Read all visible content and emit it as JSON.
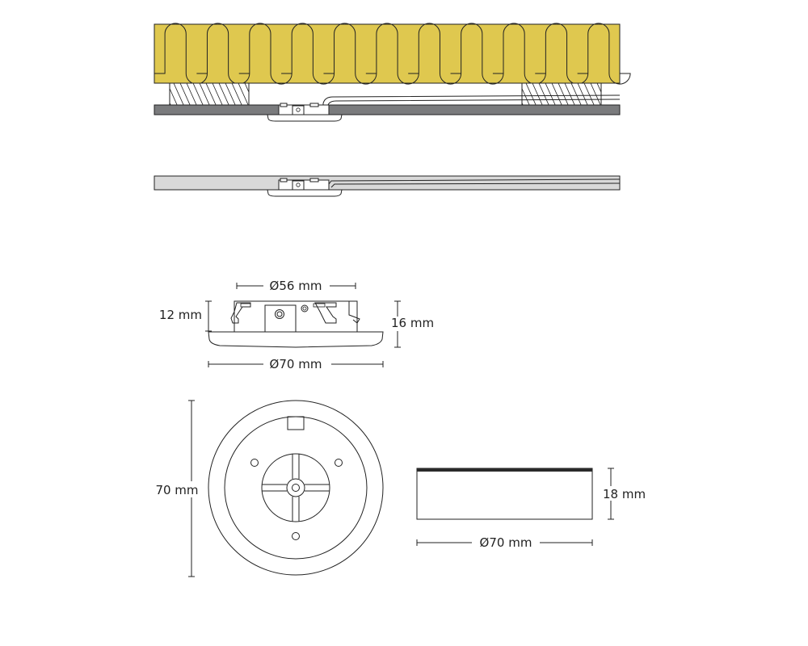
{
  "dimensions": {
    "bracket_diameter": "Ø56 mm",
    "bracket_height": "12 mm",
    "total_height": "16 mm",
    "flange_diameter": "Ø70 mm",
    "front_diameter": "70 mm",
    "side_height": "18 mm",
    "side_diameter": "Ø70 mm"
  },
  "colors": {
    "insulation": "#dfc84f",
    "ceiling_board": "#7a7b7d",
    "panel_light": "#d9d9d9",
    "line": "#222222",
    "top_band": "#2a2a2a"
  }
}
